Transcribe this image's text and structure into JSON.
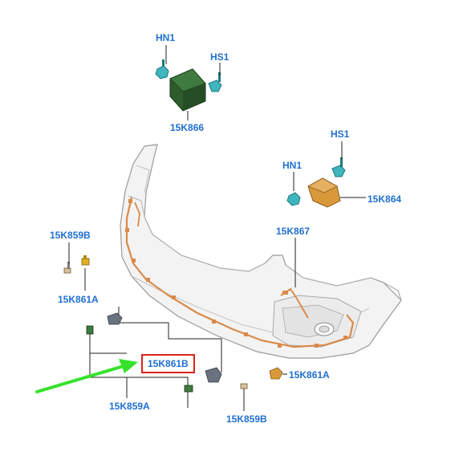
{
  "colors": {
    "label": "#1f6fd1",
    "highlight_box": "#e0201c",
    "arrow": "#35e22b",
    "wire": "#d98a4a",
    "module_dark": "#2d5d2d",
    "clip_teal": "#3fb5bd",
    "module_orange": "#d9993a",
    "leader": "#222222"
  },
  "labels": {
    "hn1_top": "HN1",
    "hs1_top": "HS1",
    "module_top": "15K866",
    "hs1_right": "HS1",
    "hn1_right": "HN1",
    "module_right": "15K864",
    "harness": "15K867",
    "sensor_left_b": "15K859B",
    "bracket_left_a": "15K861A",
    "bracket_center_b": "15K861B",
    "bracket_right_a": "15K861A",
    "sensor_bottom_a": "15K859A",
    "sensor_bottom_b": "15K859B"
  }
}
